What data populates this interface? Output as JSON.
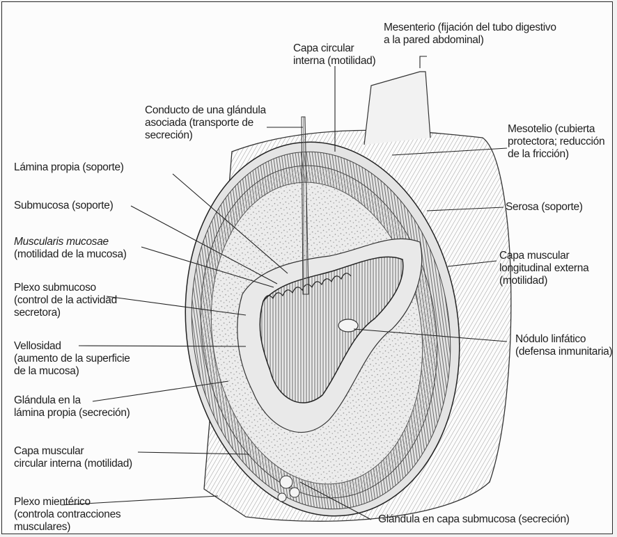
{
  "labels": {
    "mesenterio": [
      "Mesenterio (fijación del tubo digestivo",
      "a la pared abdominal)"
    ],
    "capa_circular_top": [
      "Capa circular",
      "interna (motilidad)"
    ],
    "conducto": [
      "Conducto de una glándula",
      "asociada (transporte de",
      "secreción)"
    ],
    "mesotelio": [
      "Mesotelio (cubierta",
      "protectora; reducción",
      "de la fricción)"
    ],
    "lamina_propia": [
      "Lámina propia (soporte)"
    ],
    "submucosa": [
      "Submucosa (soporte)"
    ],
    "muscularis_mucosae": [
      "Muscularis mucosae",
      "(motilidad de la mucosa)"
    ],
    "serosa": [
      "Serosa (soporte)"
    ],
    "capa_muscular_long": [
      "Capa muscular",
      "longitudinal externa",
      "(motilidad)"
    ],
    "plexo_submucoso": [
      "Plexo submucoso",
      "(control de la actividad",
      "secretora)"
    ],
    "vellosidad": [
      "Vellosidad",
      "(aumento de la superficie",
      "de la mucosa)"
    ],
    "nodulo": [
      "Nódulo linfático",
      "(defensa inmunitaria)"
    ],
    "glandula_lamina": [
      "Glándula en la",
      "lámina propia (secreción)"
    ],
    "capa_muscular_circ": [
      "Capa muscular",
      "circular interna (motilidad)"
    ],
    "plexo_mienterico": [
      "Plexo mientérico",
      "(controla contracciones",
      "musculares)"
    ],
    "glandula_submucosa": [
      "Glándula en capa submucosa (secreción)"
    ]
  },
  "colors": {
    "ink": "#1e1e1e",
    "tissue": "#dcdcdc",
    "frame": "#2a2a2a"
  }
}
